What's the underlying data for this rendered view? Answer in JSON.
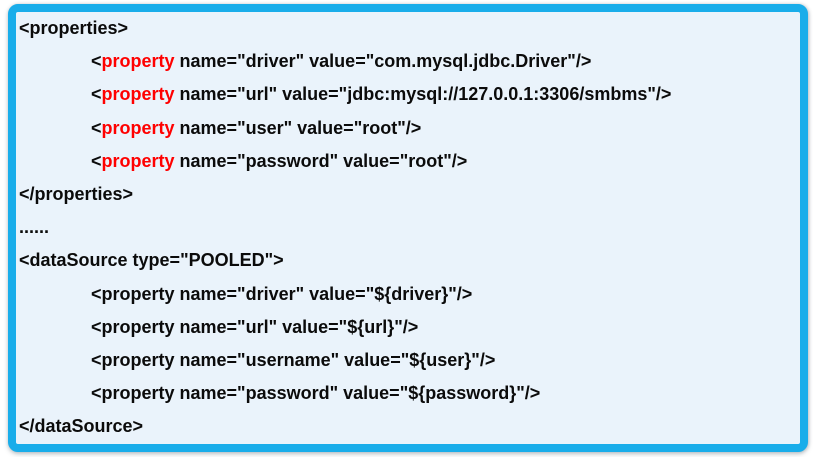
{
  "code_block": {
    "language": "xml",
    "description": "MyBatis datasource configuration snippet",
    "colors": {
      "border": "#19ADEA",
      "background": "#EAF3FB",
      "text": "#0B0B0B",
      "keyword": "#FF0000"
    },
    "lines": [
      {
        "indent": 0,
        "segments": [
          {
            "text": "<properties>",
            "style": "text"
          }
        ]
      },
      {
        "indent": 1,
        "segments": [
          {
            "text": "<",
            "style": "text"
          },
          {
            "text": "property",
            "style": "keyword"
          },
          {
            "text": " name=\"driver\" value=\"com.mysql.jdbc.Driver\"/>",
            "style": "text"
          }
        ]
      },
      {
        "indent": 1,
        "segments": [
          {
            "text": "<",
            "style": "text"
          },
          {
            "text": "property",
            "style": "keyword"
          },
          {
            "text": " name=\"url\" value=\"jdbc:mysql://127.0.0.1:3306/smbms\"/>",
            "style": "text"
          }
        ]
      },
      {
        "indent": 1,
        "segments": [
          {
            "text": "<",
            "style": "text"
          },
          {
            "text": "property",
            "style": "keyword"
          },
          {
            "text": " name=\"user\" value=\"root\"/>",
            "style": "text"
          }
        ]
      },
      {
        "indent": 1,
        "segments": [
          {
            "text": "<",
            "style": "text"
          },
          {
            "text": "property",
            "style": "keyword"
          },
          {
            "text": " name=\"password\" value=\"root\"/>",
            "style": "text"
          }
        ]
      },
      {
        "indent": 0,
        "segments": [
          {
            "text": "</properties>",
            "style": "text"
          }
        ]
      },
      {
        "indent": 0,
        "segments": [
          {
            "text": "......",
            "style": "text"
          }
        ]
      },
      {
        "indent": 0,
        "segments": [
          {
            "text": "<dataSource type=\"POOLED\">",
            "style": "text"
          }
        ]
      },
      {
        "indent": 1,
        "segments": [
          {
            "text": "<property name=\"driver\" value=\"${driver}\"/>",
            "style": "text"
          }
        ]
      },
      {
        "indent": 1,
        "segments": [
          {
            "text": "<property name=\"url\" value=\"${url}\"/>",
            "style": "text"
          }
        ]
      },
      {
        "indent": 1,
        "segments": [
          {
            "text": "<property name=\"username\" value=\"${user}\"/>",
            "style": "text"
          }
        ]
      },
      {
        "indent": 1,
        "segments": [
          {
            "text": "<property name=\"password\" value=\"${password}\"/>",
            "style": "text"
          }
        ]
      },
      {
        "indent": 0,
        "segments": [
          {
            "text": "</dataSource>",
            "style": "text"
          }
        ]
      }
    ]
  }
}
